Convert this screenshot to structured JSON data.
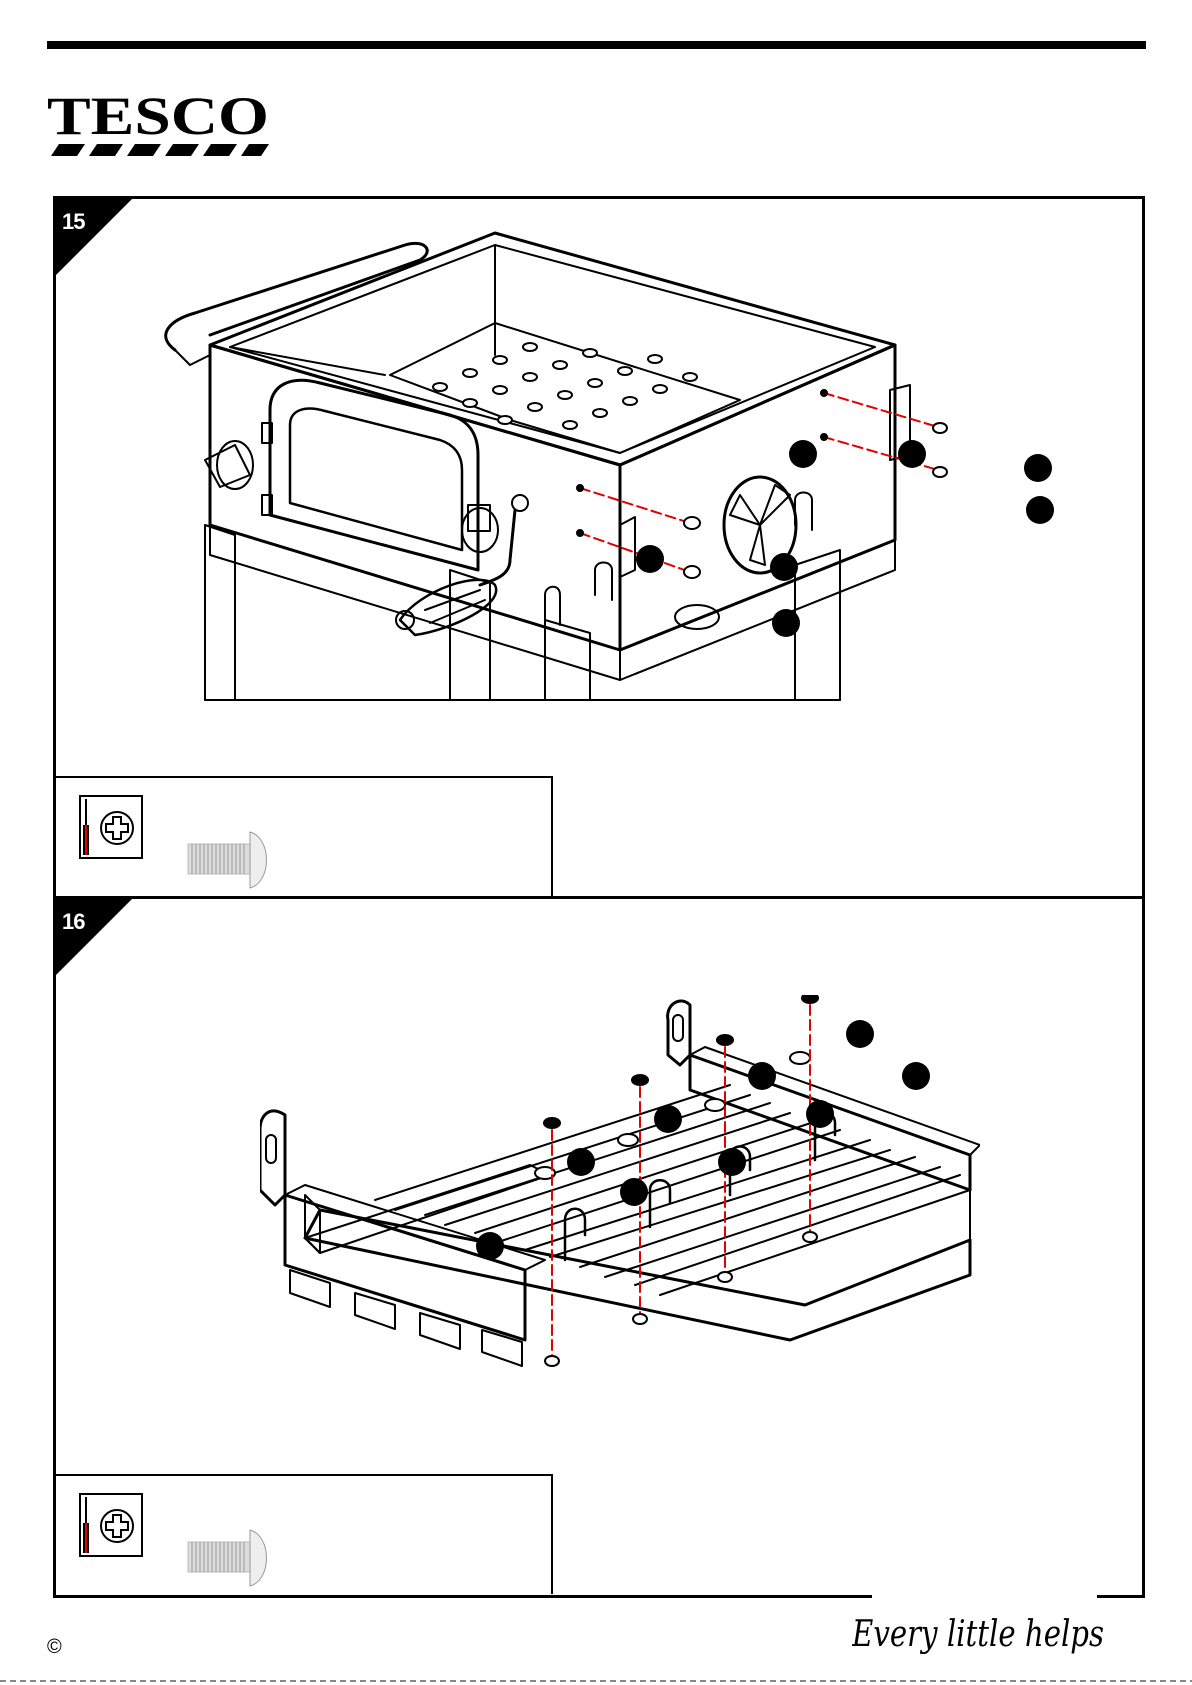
{
  "header": {
    "brand": "TESCO"
  },
  "steps": [
    {
      "number": "15",
      "illustration": "oven-side-bracket-assembly",
      "tool_icon": "phillips-screwdriver-icon",
      "part_icon": "bolt-icon"
    },
    {
      "number": "16",
      "illustration": "grate-hook-assembly",
      "tool_icon": "phillips-screwdriver-icon",
      "part_icon": "bolt-icon"
    }
  ],
  "footer": {
    "copyright": "©",
    "tagline": "Every little helps"
  },
  "colors": {
    "ink": "#000000",
    "guide_line": "#e00000",
    "paper": "#ffffff"
  }
}
